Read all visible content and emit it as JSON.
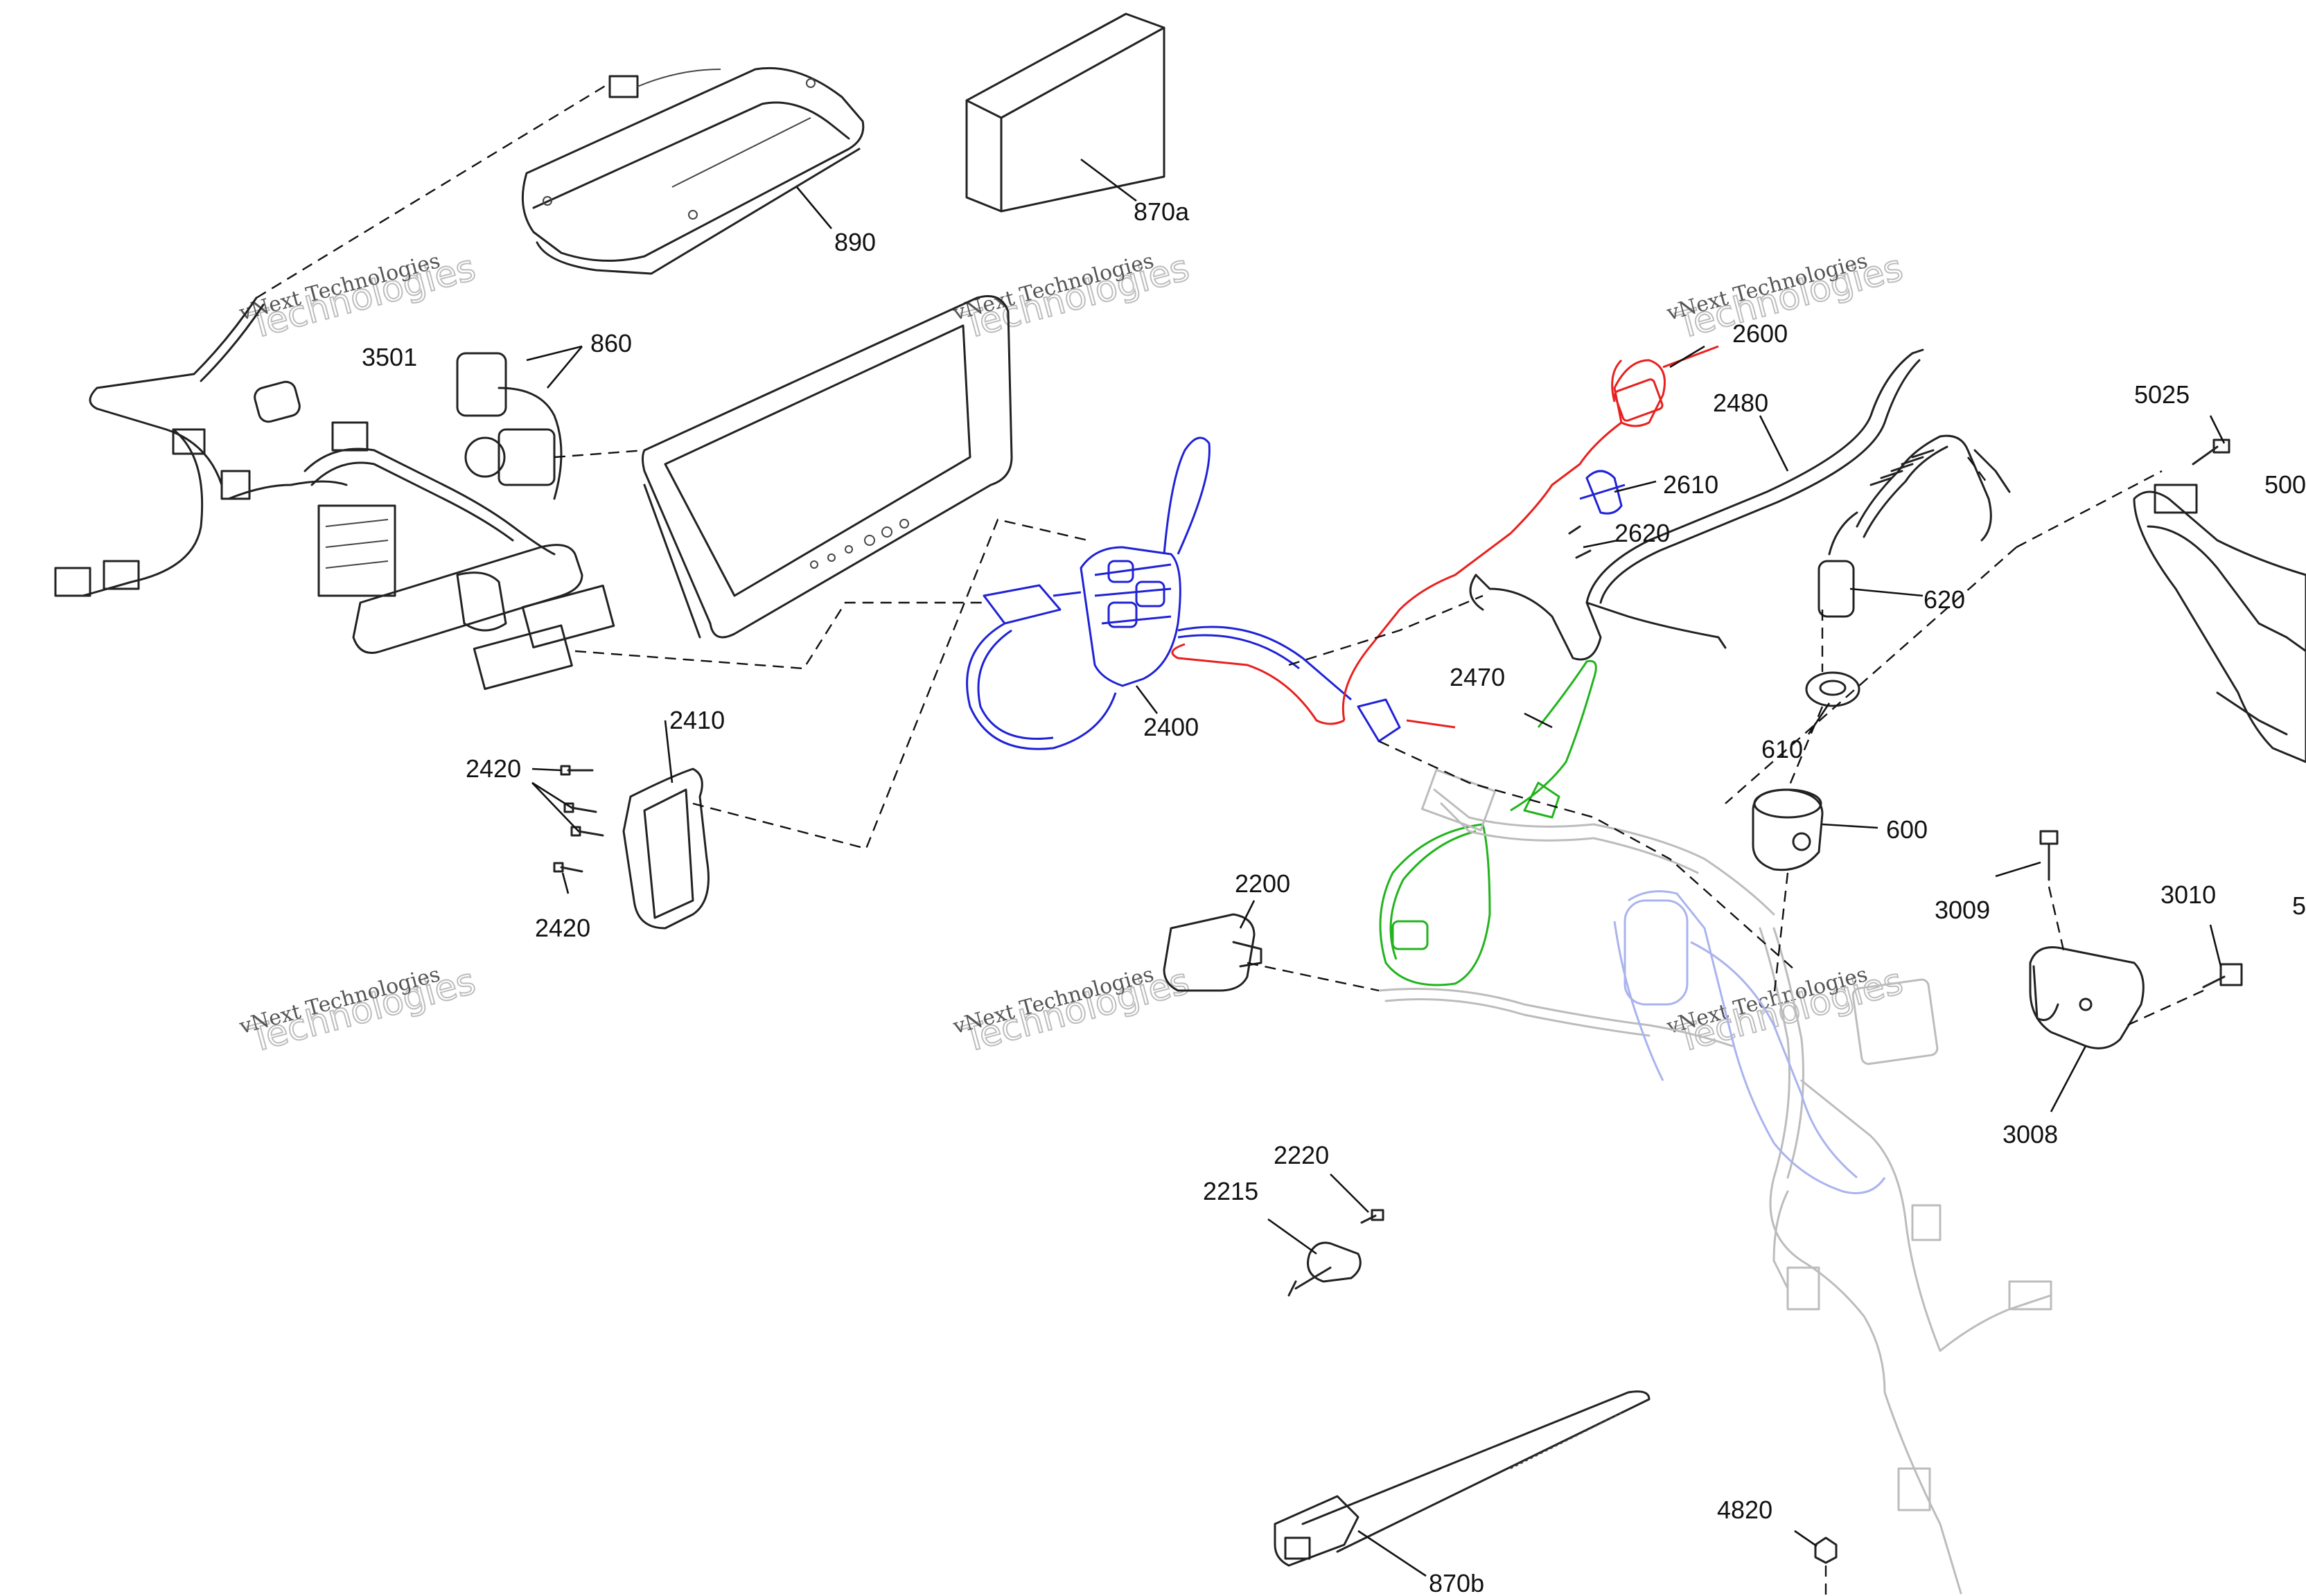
{
  "diagram": {
    "part_labels": [
      "890",
      "870a",
      "860",
      "3501",
      "2410",
      "2420",
      "2420",
      "2400",
      "2600",
      "2610",
      "2620",
      "2480",
      "620",
      "610",
      "600",
      "2470",
      "2200",
      "2220",
      "2215",
      "870b",
      "5025",
      "500",
      "3009",
      "3010",
      "3008",
      "4820",
      "5"
    ],
    "watermark": {
      "line1": "vNext Technologies",
      "line2": "Technologies"
    },
    "highlight_colors": {
      "red": "#e8201e",
      "blue": "#1f22d6",
      "green": "#21b41c",
      "faded_blue": "#aab3ee"
    }
  }
}
